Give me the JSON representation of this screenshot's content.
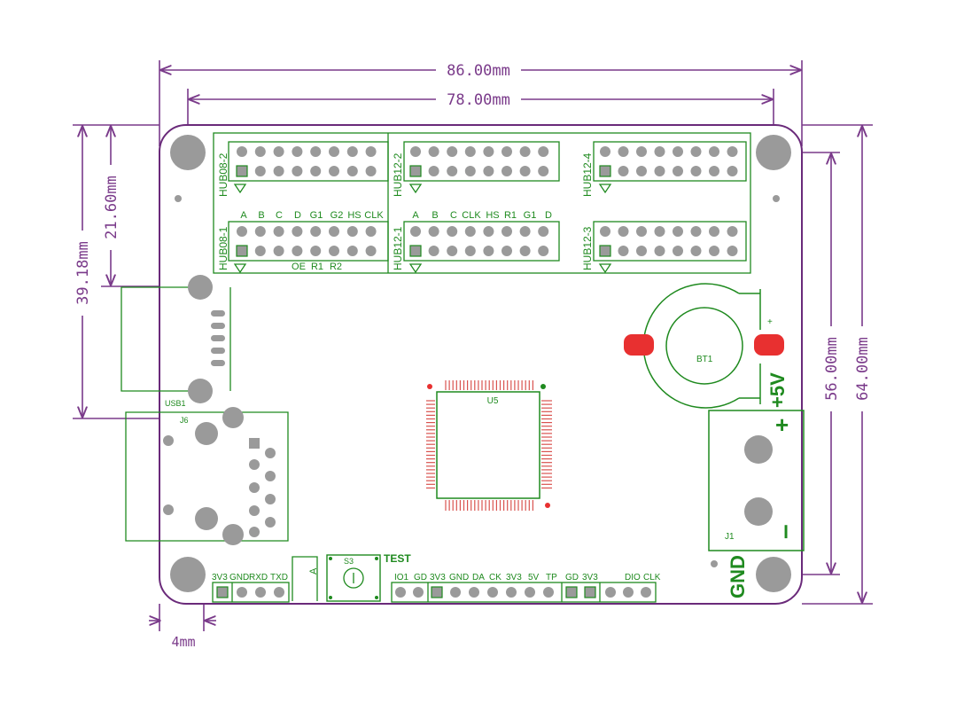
{
  "dimensions": {
    "width_total": "86.00mm",
    "width_holes": "78.00mm",
    "height_total": "64.00mm",
    "height_holes": "56.00mm",
    "height_usb": "39.18mm",
    "height_hub": "21.60mm",
    "hole_offset": "4mm"
  },
  "headers": {
    "hub08_2": "HUB08-2",
    "hub08_1": "HUB08-1",
    "hub12_2": "HUB12-2",
    "hub12_1": "HUB12-1",
    "hub12_4": "HUB12-4",
    "hub12_3": "HUB12-3"
  },
  "hub08_1_labels": [
    "A",
    "B",
    "C",
    "D",
    "G1",
    "G2",
    "HS",
    "CLK"
  ],
  "hub08_1_bottom_labels": [
    "OE",
    "R1",
    "R2"
  ],
  "hub12_1_labels": [
    "A",
    "B",
    "C",
    "CLK",
    "HS",
    "R1",
    "G1",
    "D"
  ],
  "components": {
    "usb": "USB1",
    "rj45": "J6",
    "mcu": "U5",
    "battery": "BT1",
    "battery_plus": "+",
    "power_connector": "J1",
    "power_label": "+5V",
    "gnd_label": "GND",
    "plus_sign": "+",
    "minus_sign": "–",
    "switch": "S3",
    "switch_label": "TEST",
    "diode_mark": "A"
  },
  "serial_header_labels": [
    "3V3",
    "GND",
    "RXD",
    "TXD"
  ],
  "bottom_header_labels": [
    "IO1",
    "GD",
    "3V3",
    "GND",
    "DA",
    "CK",
    "3V3",
    "5V",
    "TP",
    "GD",
    "3V3",
    "DIO",
    "CLK"
  ],
  "colors": {
    "dimension": "#7a3a8a",
    "silkscreen": "#1f8a1f",
    "pad": "#9a9a9a",
    "mcu_pins": "#d9534f",
    "battery_pad": "#e83030",
    "outline": "#444444"
  }
}
